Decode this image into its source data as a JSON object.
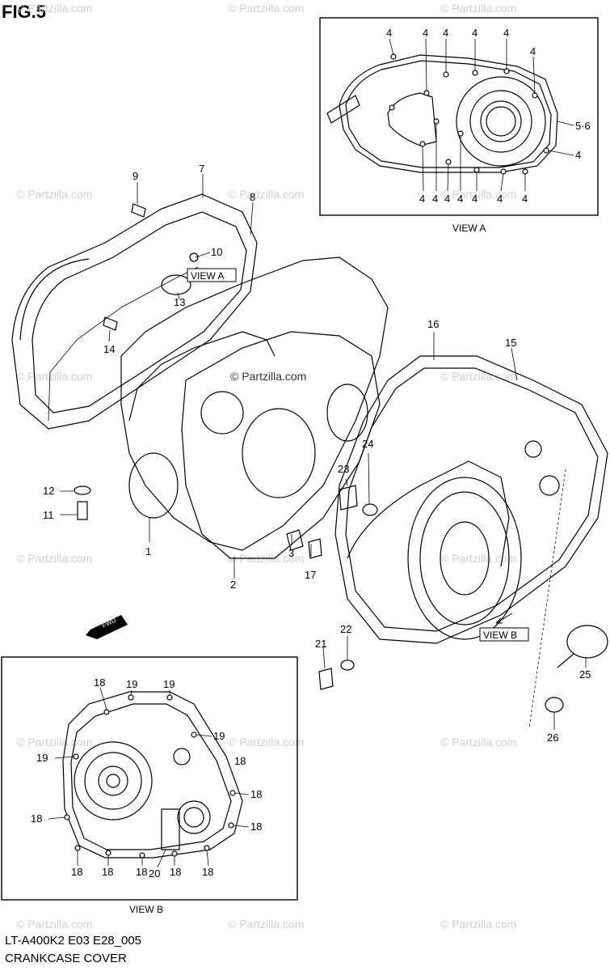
{
  "figure": {
    "title": "FIG.5"
  },
  "footer": {
    "code": "LT-A400K2 E03 E28_005",
    "name": "CRANKCASE COVER"
  },
  "watermark": "© Partzilla.com",
  "views": {
    "view_a_label": "VIEW A",
    "view_b_label": "VIEW B",
    "view_a_callout": "VIEW A",
    "view_b_callout": "VIEW B",
    "fwd_label": "FWD"
  },
  "parts": {
    "p1": "1",
    "p2": "2",
    "p3": "3",
    "p7": "7",
    "p8": "8",
    "p9": "9",
    "p10": "10",
    "p11": "11",
    "p12": "12",
    "p13": "13",
    "p14": "14",
    "p15": "15",
    "p16": "16",
    "p17": "17",
    "p21": "21",
    "p22": "22",
    "p23": "23",
    "p24": "24",
    "p25": "25",
    "p26": "26"
  },
  "view_a_callouts": {
    "n4": "4",
    "n56": "5·6"
  },
  "view_b_callouts": {
    "n18": "18",
    "n19": "19",
    "n20": "20"
  }
}
